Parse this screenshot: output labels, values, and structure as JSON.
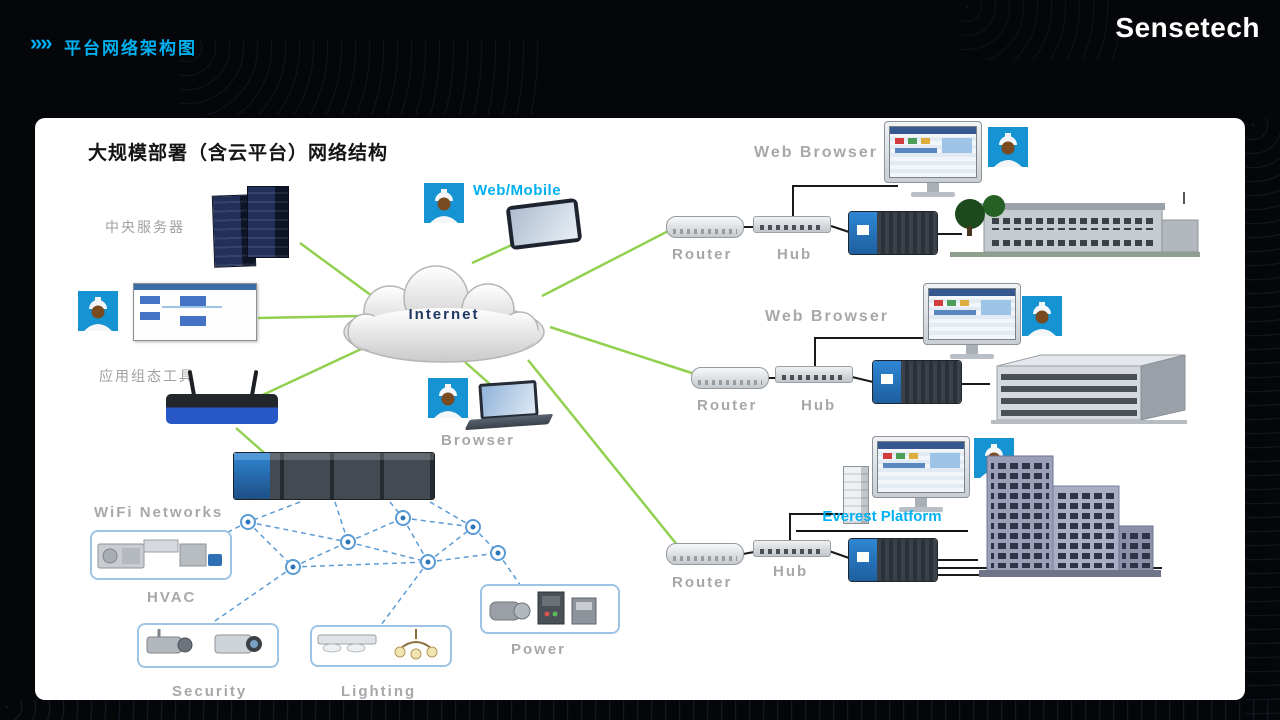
{
  "header": {
    "chevrons": "»»",
    "title": "平台网络架构图",
    "logo": "Sensetech"
  },
  "diagram": {
    "title": "大规模部署（含云平台）网络结构",
    "internet_label": "Internet",
    "central_server_label": "中央服务器",
    "web_mobile_label": "Web/Mobile",
    "config_tool_label": "应用组态工具",
    "browser_label": "Browser",
    "wifi_label": "WiFi Networks",
    "zones": {
      "hvac": "HVAC",
      "security": "Security",
      "lighting": "Lighting",
      "power": "Power"
    },
    "branches": [
      {
        "label": "Web Browser",
        "router": "Router",
        "hub": "Hub"
      },
      {
        "label": "Web Browser",
        "router": "Router",
        "hub": "Hub"
      },
      {
        "label": "Everest Platform",
        "router": "Router",
        "hub": "Hub"
      }
    ],
    "colors": {
      "accent_cyan": "#00B0F0",
      "link_green": "#92D050",
      "label_gray": "#A8A8A8",
      "mesh_blue": "#5B9BD5",
      "panel_bg": "#FFFFFF",
      "slide_bg": "#05060A"
    }
  }
}
